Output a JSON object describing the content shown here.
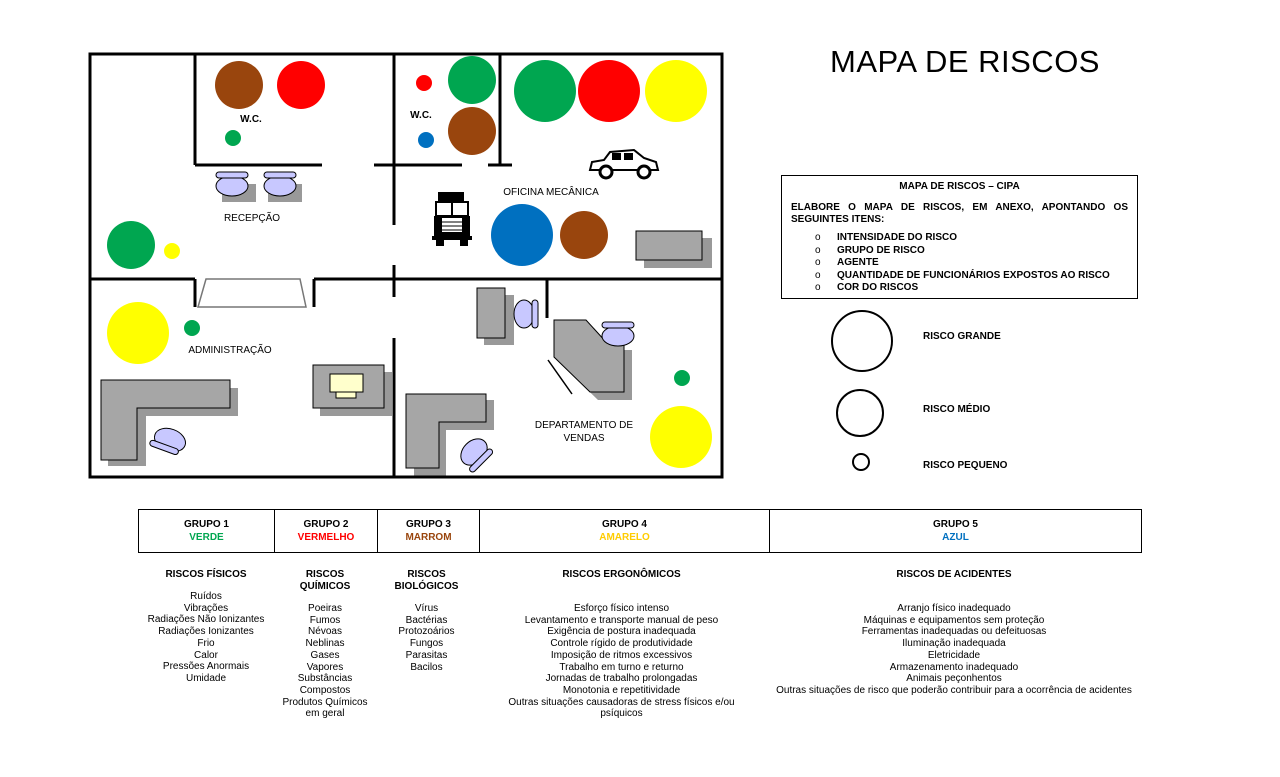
{
  "title": "MAPA DE RISCOS",
  "colors": {
    "verde": "#00a650",
    "vermelho": "#ff0000",
    "marrom": "#99450d",
    "amarelo": "#ffff00",
    "azul": "#0070c0"
  },
  "floor_plan": {
    "rooms": {
      "wc1": "W.C.",
      "wc2": "W.C.",
      "recepcao": "RECEPÇÃO",
      "oficina": "OFICINA MECÂNICA",
      "administracao": "ADMINISTRAÇÃO",
      "vendas_line1": "DEPARTAMENTO DE",
      "vendas_line2": "VENDAS"
    }
  },
  "info": {
    "heading": "MAPA DE RISCOS – CIPA",
    "intro": "ELABORE O MAPA DE RISCOS, EM ANEXO, APONTANDO OS SEGUINTES ITENS:",
    "bullet": "o",
    "items": [
      "INTENSIDADE DO RISCO",
      "GRUPO DE RISCO",
      "AGENTE",
      "QUANTIDADE DE FUNCIONÁRIOS EXPOSTOS AO RISCO",
      "COR DO RISCOS"
    ]
  },
  "legend": {
    "grande": "RISCO GRANDE",
    "medio": "RISCO MÉDIO",
    "pequeno": "RISCO PEQUENO"
  },
  "groups": [
    {
      "label": "GRUPO 1",
      "color_name": "VERDE",
      "color": "#00a650"
    },
    {
      "label": "GRUPO 2",
      "color_name": "VERMELHO",
      "color": "#ff0000"
    },
    {
      "label": "GRUPO 3",
      "color_name": "MARROM",
      "color": "#99450d"
    },
    {
      "label": "GRUPO 4",
      "color_name": "AMARELO",
      "color": "#ffcc00"
    },
    {
      "label": "GRUPO 5",
      "color_name": "AZUL",
      "color": "#0070c0"
    }
  ],
  "risks": [
    {
      "heading": "RISCOS FÍSICOS",
      "items": [
        "Ruídos",
        "Vibrações",
        "Radiações Não Ionizantes",
        "Radiações Ionizantes",
        "Frio",
        "Calor",
        "Pressões Anormais",
        "Umidade"
      ]
    },
    {
      "heading_line1": "RISCOS",
      "heading_line2": "QUÍMICOS",
      "items": [
        "Poeiras",
        "Fumos",
        "Névoas",
        "Neblinas",
        "Gases",
        "Vapores",
        "Substâncias",
        "Compostos",
        "Produtos Químicos",
        "em geral"
      ]
    },
    {
      "heading_line1": "RISCOS",
      "heading_line2": "BIOLÓGICOS",
      "items": [
        "Vírus",
        "Bactérias",
        "Protozoários",
        "Fungos",
        "Parasitas",
        "Bacilos"
      ]
    },
    {
      "heading": "RISCOS ERGONÔMICOS",
      "items": [
        "Esforço físico intenso",
        "Levantamento e transporte manual de peso",
        "Exigência de postura inadequada",
        "Controle rígido de produtividade",
        "Imposição de ritmos excessivos",
        "Trabalho em turno e returno",
        "Jornadas de trabalho prolongadas",
        "Monotonia e repetitividade",
        "Outras situações causadoras de stress físicos e/ou",
        "psíquicos"
      ]
    },
    {
      "heading": "RISCOS DE ACIDENTES",
      "items": [
        "Arranjo físico inadequado",
        "Máquinas e equipamentos sem proteção",
        "Ferramentas inadequadas ou defeituosas",
        "Iluminação inadequada",
        "Eletricidade",
        "Armazenamento inadequado",
        "Animais peçonhentos",
        "Outras situações de risco que poderão contribuir para a ocorrência de acidentes"
      ]
    }
  ]
}
